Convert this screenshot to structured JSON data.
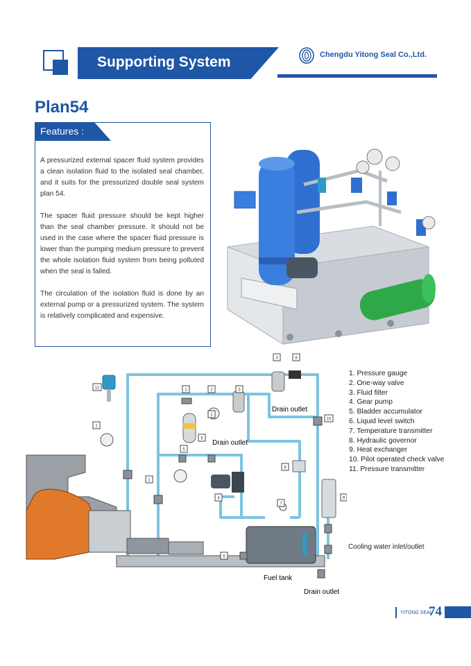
{
  "header": {
    "section_title": "Supporting System",
    "company": "Chengdu Yitong Seal Co.,Ltd."
  },
  "plan_title": "Plan54",
  "features": {
    "tab_label": "Features :",
    "paragraphs": [
      "A pressurized external spacer fluid system provides a clean isolation fluid to the isolated seal chamber, and it suits for the pressurized double seal system plan 54.",
      "The spacer fluid pressure should be kept higher than the seal chamber pressure. It should not be used in the case where the spacer fluid pressure is lower than the pumping medium pressure to prevent the whole isolation fluid system from being polluted when the seal is failed.",
      "The circulation of the isolation fluid is done by an external pump or a pressurized system. The system is relatively complicated and expensive."
    ]
  },
  "legend": [
    "1. Pressure gauge",
    "2. One-way valve",
    "3. Fluid filter",
    "4. Gear pump",
    "5. Bladder accumulator",
    "6. Liquid level switch",
    "7. Temperature transmitter",
    "8. Hydraulic governor",
    "9. Heat exchanger",
    "10. Pilot operated check valve",
    "11. Pressure transmitter"
  ],
  "diagram_labels": {
    "drain_outlet_top": "Drain outlet",
    "drain_outlet_mid": "Drain outlet",
    "drain_outlet_bottom": "Drain outlet",
    "fuel_tank": "Fuel tank",
    "cooling_water": "Cooling water inlet/outlet"
  },
  "diagram_numbers": [
    "1",
    "2",
    "1",
    "3",
    "3",
    "5",
    "8",
    "11",
    "1",
    "1",
    "10",
    "5",
    "4",
    "8",
    "7",
    "9",
    "6"
  ],
  "footer": {
    "brand": "YITONG SEAL",
    "page_number": "74"
  },
  "colors": {
    "brand_blue": "#1f56a6",
    "pipe_blue": "#7cc4e0",
    "equipment_blue": "#2f6fd0",
    "exchanger_green": "#2fa84a",
    "casing_orange": "#e07a2a"
  }
}
